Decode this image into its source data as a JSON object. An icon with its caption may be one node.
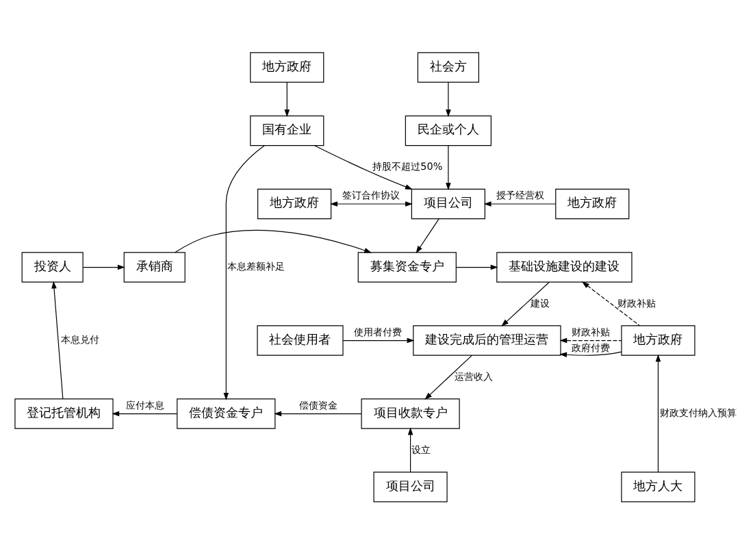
{
  "diagram": {
    "nodes": [
      {
        "text": [
          "地方政府"
        ]
      },
      {
        "text": [
          "社会方"
        ]
      },
      {
        "text": [
          "国有企业"
        ]
      },
      {
        "text": [
          "民企或个人"
        ]
      },
      {
        "text": [
          "地方政府"
        ]
      },
      {
        "text": [
          "项目公司"
        ]
      },
      {
        "text": [
          "地方政府"
        ]
      },
      {
        "text": [
          "投资人"
        ]
      },
      {
        "text": [
          "承销商"
        ]
      },
      {
        "text": [
          "募集资金专户"
        ]
      },
      {
        "text": [
          "基础设施建设的建设"
        ]
      },
      {
        "text": [
          "社会使用者"
        ]
      },
      {
        "text": [
          "建设完成后的管理运营"
        ]
      },
      {
        "text": [
          "地方政府"
        ]
      },
      {
        "text": [
          "登记托管机构"
        ]
      },
      {
        "text": [
          "偿债资金专户"
        ]
      },
      {
        "text": [
          "项目收款专户"
        ]
      },
      {
        "text": [
          "项目公司"
        ]
      },
      {
        "text": [
          "地方人大"
        ]
      }
    ],
    "edges": [
      {
        "from": 0,
        "to": 2,
        "arrow": "to"
      },
      {
        "from": 1,
        "to": 3,
        "arrow": "to"
      },
      {
        "from": 2,
        "to": 5,
        "arrow": "to",
        "label": "持股不超过50%"
      },
      {
        "from": 3,
        "to": 5,
        "arrow": "to"
      },
      {
        "from": 4,
        "to": 5,
        "arrow": "both",
        "label": "签订合作协议"
      },
      {
        "from": 6,
        "to": 5,
        "arrow": "to",
        "label": "授予经营权"
      },
      {
        "from": 5,
        "to": 9,
        "arrow": "to"
      },
      {
        "from": 7,
        "to": 8,
        "arrow": "to"
      },
      {
        "from": 8,
        "to": 9,
        "arrow": "to"
      },
      {
        "from": 9,
        "to": 10,
        "arrow": "to"
      },
      {
        "from": 13,
        "to": 10,
        "arrow": "to",
        "style": "dashed",
        "label": "财政补贴"
      },
      {
        "from": 10,
        "to": 12,
        "arrow": "to",
        "label": "建设"
      },
      {
        "from": 13,
        "to": 12,
        "arrow": "to",
        "style": "dashed",
        "label": "财政补贴"
      },
      {
        "from": 11,
        "to": 12,
        "arrow": "to",
        "label": "使用者付费"
      },
      {
        "from": 13,
        "to": 12,
        "arrow": "to",
        "label": "政府付费"
      },
      {
        "from": 12,
        "to": 16,
        "arrow": "to",
        "label": "运营收入"
      },
      {
        "from": 16,
        "to": 15,
        "arrow": "to",
        "label": "偿债资金"
      },
      {
        "from": 15,
        "to": 14,
        "arrow": "to",
        "label": "应付本息"
      },
      {
        "from": 14,
        "to": 7,
        "arrow": "to",
        "label": "本息兑付"
      },
      {
        "from": 2,
        "to": 15,
        "arrow": "to",
        "label": "本息差额补足"
      },
      {
        "from": 17,
        "to": 16,
        "arrow": "to",
        "label": "设立"
      },
      {
        "from": 18,
        "to": 13,
        "arrow": "to",
        "label": "财政支付纳入预算"
      }
    ]
  }
}
